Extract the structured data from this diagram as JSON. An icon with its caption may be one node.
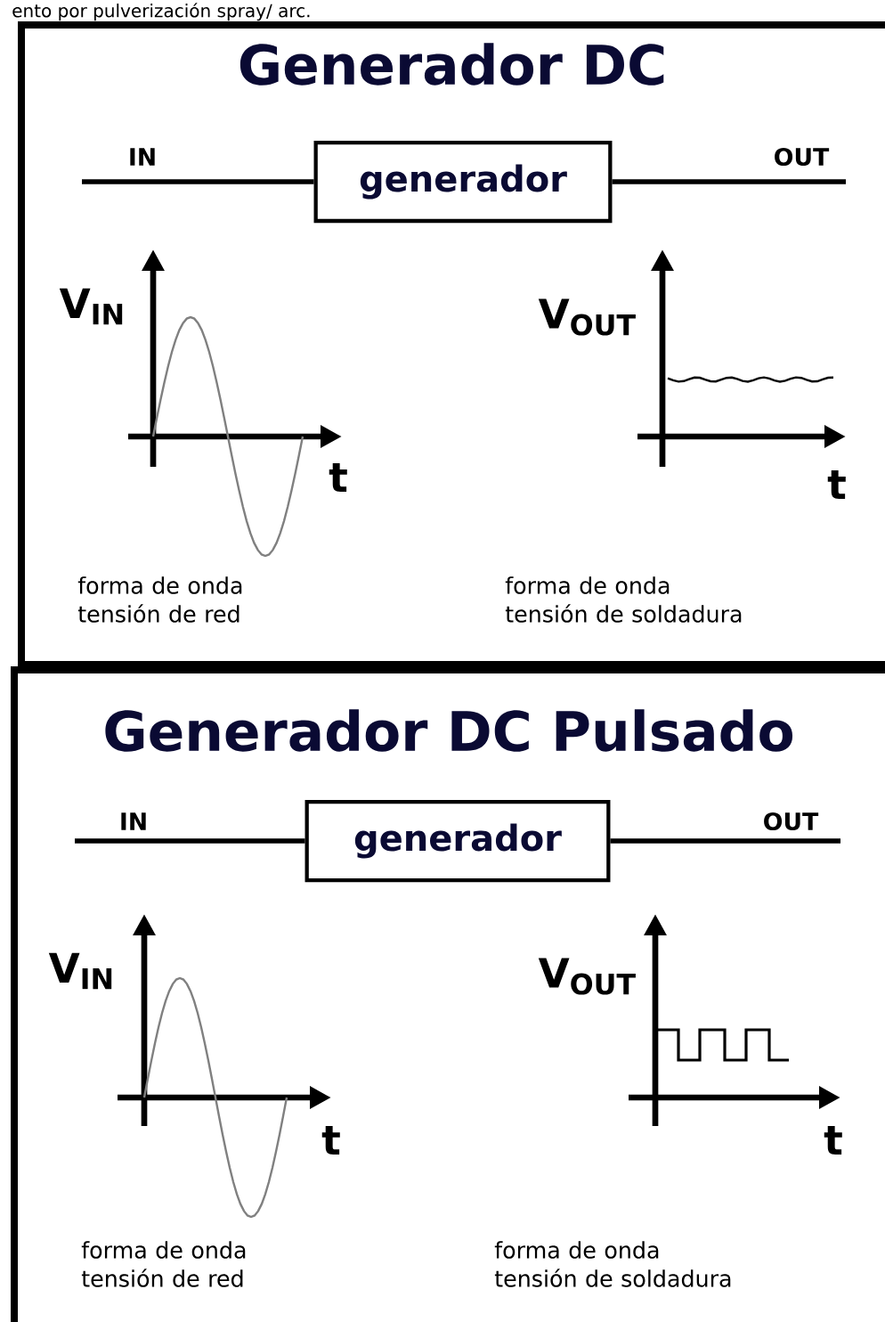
{
  "diagram": {
    "nodes": [
      {
        "text": [
          "Generador DC"
        ]
      },
      {
        "text": [
          "generador"
        ],
        "in": 0
      },
      {
        "text": [
          "Generador DC Pulsado"
        ]
      },
      {
        "text": [
          "generador"
        ],
        "in": 2
      }
    ],
    "edges": [
      {
        "from": null,
        "to": 1,
        "arrow": "none",
        "label": "IN"
      },
      {
        "from": 1,
        "to": null,
        "arrow": "none",
        "label": "OUT"
      },
      {
        "from": null,
        "to": 3,
        "arrow": "none",
        "label": "IN"
      },
      {
        "from": 3,
        "to": null,
        "arrow": "none",
        "label": "OUT"
      }
    ],
    "labels": [
      "ento por pulverización spray/ arc.",
      "V$_{IN}$",
      "V$_{OUT}$",
      "t",
      "t",
      "forma de onda tensión de red",
      "forma de onda tensión de soldadura",
      "V$_{IN}$",
      "V$_{OUT}$",
      "t",
      "t",
      "forma de onda tensión de red",
      "forma de onda tensión de soldadura"
    ]
  }
}
